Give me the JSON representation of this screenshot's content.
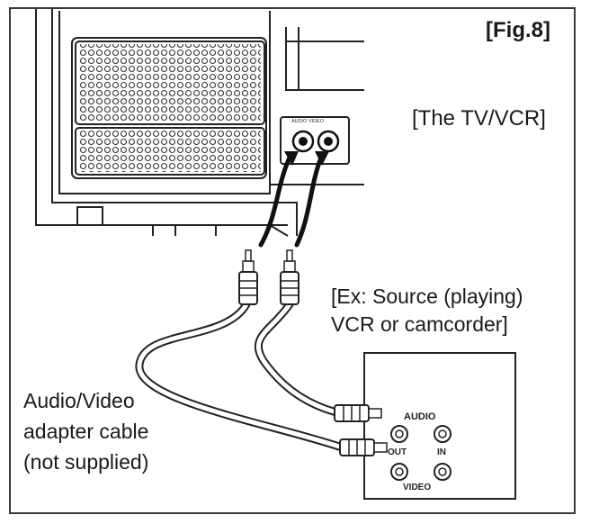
{
  "figure": {
    "fig_label": "[Fig.8]",
    "tv_label": "[The TV/VCR]",
    "tv_jack_label": "AUDIO VIDEO",
    "source_label_line1": "[Ex: Source (playing)",
    "source_label_line2": "VCR or camcorder]",
    "cable_label_line1": "Audio/Video",
    "cable_label_line2": "adapter cable",
    "cable_label_line3": "(not supplied)",
    "source_jacks": {
      "audio": "AUDIO",
      "out": "OUT",
      "in": "IN",
      "video": "VIDEO"
    }
  }
}
